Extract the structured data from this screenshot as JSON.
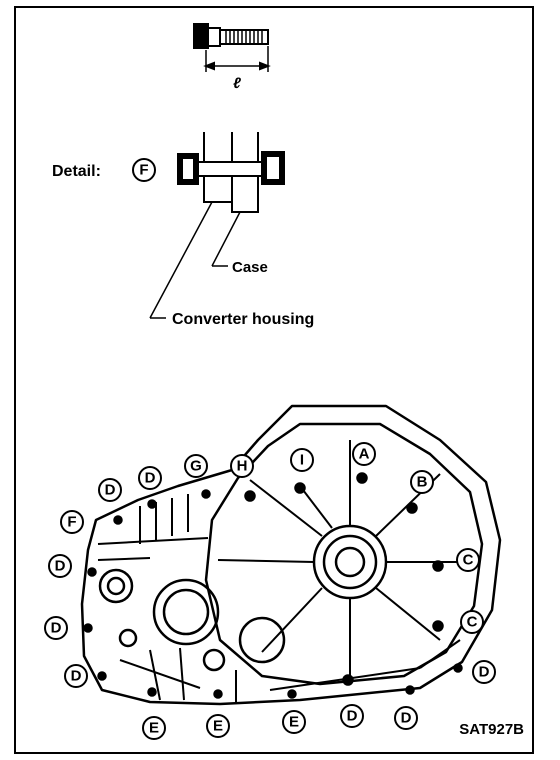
{
  "bolt_dimension_symbol": "ℓ",
  "detail_label": "Detail:",
  "detail_letter": "F",
  "labels": {
    "case": "Case",
    "converter_housing": "Converter housing"
  },
  "bolt_letters": {
    "A": "A",
    "B": "B",
    "C1": "C",
    "C2": "C",
    "D1": "D",
    "D2": "D",
    "D3": "D",
    "D4": "D",
    "D5": "D",
    "D6": "D",
    "D7": "D",
    "D8": "D",
    "E1": "E",
    "E2": "E",
    "E3": "E",
    "F": "F",
    "G": "G",
    "H": "H",
    "I": "I"
  },
  "figure_code": "SAT927B"
}
